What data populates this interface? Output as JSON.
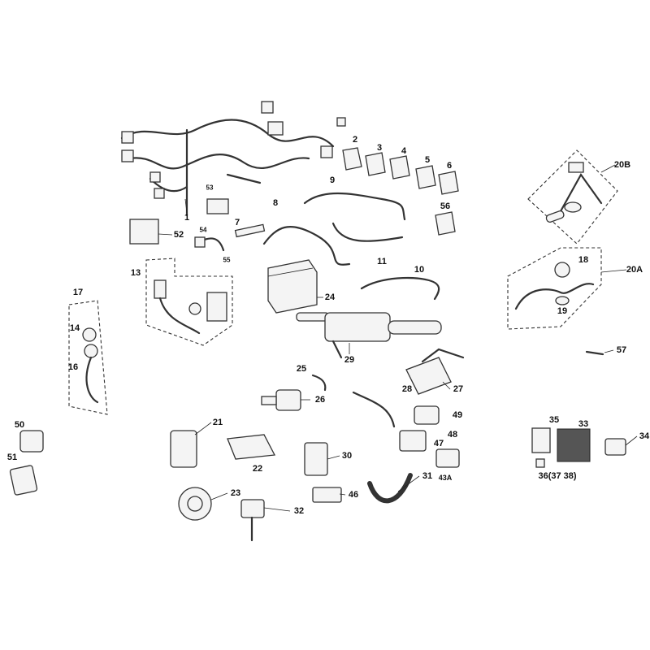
{
  "diagram": {
    "title": "Electrical parts exploded view",
    "callouts": [
      {
        "id": "1",
        "label": "1"
      },
      {
        "id": "2",
        "label": "2"
      },
      {
        "id": "3",
        "label": "3"
      },
      {
        "id": "4",
        "label": "4"
      },
      {
        "id": "5",
        "label": "5"
      },
      {
        "id": "6",
        "label": "6"
      },
      {
        "id": "56",
        "label": "56"
      },
      {
        "id": "7",
        "label": "7"
      },
      {
        "id": "8",
        "label": "8"
      },
      {
        "id": "9",
        "label": "9"
      },
      {
        "id": "10",
        "label": "10"
      },
      {
        "id": "11",
        "label": "11"
      },
      {
        "id": "52",
        "label": "52"
      },
      {
        "id": "53",
        "label": "53"
      },
      {
        "id": "54",
        "label": "54"
      },
      {
        "id": "55",
        "label": "55"
      },
      {
        "id": "13",
        "label": "13"
      },
      {
        "id": "24",
        "label": "24"
      },
      {
        "id": "29",
        "label": "29"
      },
      {
        "id": "17",
        "label": "17"
      },
      {
        "id": "14",
        "label": "14"
      },
      {
        "id": "16",
        "label": "16"
      },
      {
        "id": "20B",
        "label": "20B"
      },
      {
        "id": "18",
        "label": "18"
      },
      {
        "id": "20A",
        "label": "20A"
      },
      {
        "id": "19",
        "label": "19"
      },
      {
        "id": "57",
        "label": "57"
      },
      {
        "id": "25",
        "label": "25"
      },
      {
        "id": "26",
        "label": "26"
      },
      {
        "id": "27",
        "label": "27"
      },
      {
        "id": "28",
        "label": "28"
      },
      {
        "id": "49",
        "label": "49"
      },
      {
        "id": "48",
        "label": "48"
      },
      {
        "id": "47",
        "label": "47"
      },
      {
        "id": "21",
        "label": "21"
      },
      {
        "id": "22",
        "label": "22"
      },
      {
        "id": "30",
        "label": "30"
      },
      {
        "id": "31",
        "label": "31"
      },
      {
        "id": "43A",
        "label": "43A"
      },
      {
        "id": "46",
        "label": "46"
      },
      {
        "id": "23",
        "label": "23"
      },
      {
        "id": "32",
        "label": "32"
      },
      {
        "id": "35",
        "label": "35"
      },
      {
        "id": "33",
        "label": "33"
      },
      {
        "id": "34",
        "label": "34"
      },
      {
        "id": "36",
        "label": "36(37 38)"
      },
      {
        "id": "50",
        "label": "50"
      },
      {
        "id": "51",
        "label": "51"
      }
    ]
  }
}
